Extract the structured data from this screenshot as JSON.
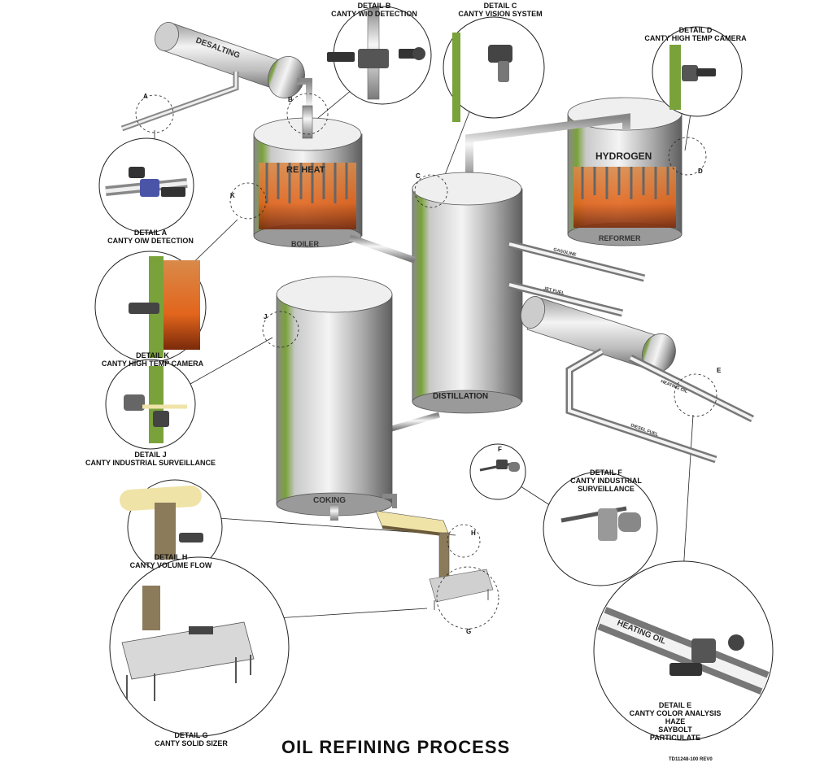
{
  "title": "OIL REFINING PROCESS",
  "drawing_id": "TD11248-100 REV0",
  "units": {
    "desalting": "DESALTING",
    "reheat": "RE HEAT",
    "boiler": "BOILER",
    "hydrogen": "HYDROGEN",
    "reformer": "REFORMER",
    "distillation": "DISTILLATION",
    "coking": "COKING"
  },
  "pipes": {
    "gasoline": "GASOLINE",
    "jet_fuel": "JET FUEL",
    "heating_oil": "HEATING OIL",
    "diesel_fuel": "DIESEL FUEL",
    "heating_oil_detail": "HEATING OIL"
  },
  "details": {
    "a": {
      "letter": "A",
      "line1": "DETAIL  A",
      "line2": "CANTY OIW DETECTION"
    },
    "b": {
      "letter": "B",
      "line1": "DETAIL  B",
      "line2": "CANTY WIO DETECTION"
    },
    "c": {
      "letter": "C",
      "line1": "DETAIL  C",
      "line2": "CANTY VISION SYSTEM"
    },
    "d": {
      "letter": "D",
      "line1": "DETAIL  D",
      "line2": "CANTY HIGH TEMP CAMERA"
    },
    "k": {
      "letter": "K",
      "line1": "DETAIL  K",
      "line2": "CANTY HIGH TEMP CAMERA"
    },
    "j": {
      "letter": "J",
      "line1": "DETAIL  J",
      "line2": "CANTY INDUSTRIAL SURVEILLANCE"
    },
    "f": {
      "letter": "F",
      "line1": "DETAIL  F",
      "line2": "CANTY INDUSTRIAL",
      "line3": "SURVEILLANCE"
    },
    "h": {
      "letter": "H",
      "line1": "DETAIL  H",
      "line2": "CANTY VOLUME FLOW"
    },
    "g": {
      "letter": "G",
      "line1": "DETAIL  G",
      "line2": "CANTY SOLID SIZER"
    },
    "e": {
      "letter": "E",
      "line1": "DETAIL  E",
      "line2": "CANTY COLOR ANALYSIS",
      "line3": "HAZE",
      "line4": "SAYBOLT",
      "line5": "PARTICULATE"
    }
  },
  "colors": {
    "steel_light": "#f2f2f2",
    "steel_mid": "#bdbdbd",
    "steel_dark": "#6e6e6e",
    "tank_rim": "#7aa23a",
    "fire": "#e06a1a",
    "brick": "#c8703a",
    "belt": "#efe3a8"
  }
}
